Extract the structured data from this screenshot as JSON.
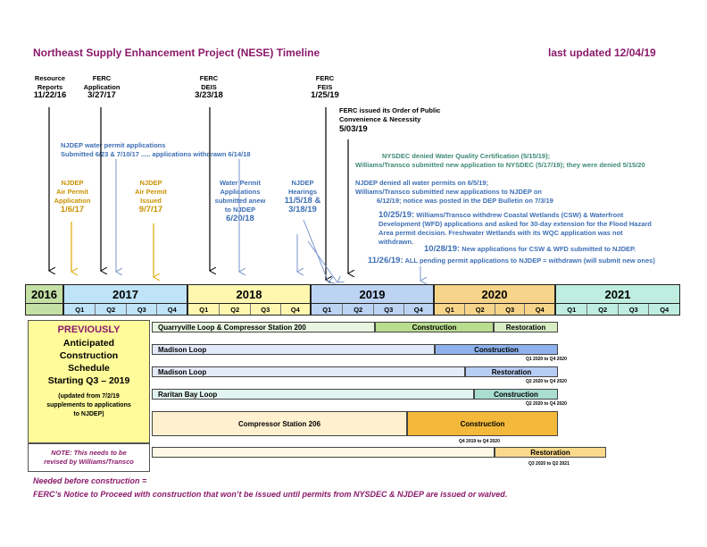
{
  "header": {
    "title": "Northeast Supply Enhancement Project (NESE) Timeline",
    "last_updated": "last updated 12/04/19"
  },
  "milestones": [
    {
      "label1": "Resource",
      "label2": "Reports",
      "date": "11/22/16"
    },
    {
      "label1": "FERC",
      "label2": "Application",
      "date": "3/27/17"
    },
    {
      "label1": "FERC",
      "label2": "DEIS",
      "date": "3/23/18"
    },
    {
      "label1": "FERC",
      "label2": "FEIS",
      "date": "1/25/19"
    },
    {
      "label1": "FERC issued its Order of Public",
      "label2": "Convenience & Necessity",
      "date": "5/03/19"
    }
  ],
  "notes": {
    "njdep_water_1": "NJDEP water permit applications",
    "njdep_water_2": "Submitted 6/23 & 7/10/17  .....  applications withdrawn 6/14/18",
    "air_app_1": "NJDEP",
    "air_app_2": "Air Permit",
    "air_app_3": "Application",
    "air_app_date": "1/6/17",
    "air_iss_1": "NJDEP",
    "air_iss_2": "Air Permit",
    "air_iss_3": "Issued",
    "air_iss_date": "9/7/17",
    "water_anew_1": "Water Permit",
    "water_anew_2": "Applications",
    "water_anew_3": "submitted anew",
    "water_anew_4": "to NJDEP",
    "water_anew_date": "6/20/18",
    "hearings_1": "NJDEP",
    "hearings_2": "Hearings",
    "hearings_3": "11/5/18 &",
    "hearings_4": "3/18/19",
    "nysdec_1": "NYSDEC denied Water Quality Certification (5/15/19);",
    "nysdec_2": "Williams/Transco submitted new application to NYSDEC (5/17/19); they were denied 5/15/20",
    "njdep_deny_1": "NJDEP denied all water permits on 6/5/19;",
    "njdep_deny_2": "Williams/Transco submitted new applications to NJDEP on",
    "njdep_deny_3": "6/12/19; notice was posted in the DEP Bulletin on 7/3/19",
    "withdrew_date": "10/25/19:",
    "withdrew_1": "Williams/Transco withdrew Coastal Wetlands (CSW) & Waterfront",
    "withdrew_2": "Development (WFD) applications and asked for 30-day extension for the Flood Hazard",
    "withdrew_3": "Area permit decision.  Freshwater Wetlands with its WQC application was not",
    "withdrew_4": "withdrawn.",
    "new_app_date": "10/28/19:",
    "new_app": "New applications for CSW & WFD submitted to NJDEP.",
    "pending_date": "11/26/19:",
    "pending": "ALL pending permit applications to NJDEP = withdrawn (will submit new ones)"
  },
  "timeline": {
    "years": [
      "2016",
      "2017",
      "2018",
      "2019",
      "2020",
      "2021"
    ],
    "quarters": [
      "Q1",
      "Q2",
      "Q3",
      "Q4"
    ]
  },
  "left_panel": {
    "previously": "PREVIOUSLY",
    "line1": "Anticipated",
    "line2": "Construction",
    "line3": "Schedule",
    "line4": "Starting Q3 – 2019",
    "sub1": "(updated from 7/2/19",
    "sub2": "supplements to applications",
    "sub3": "to NJDEP)",
    "note1": "NOTE:  This needs to be",
    "note2": "revised by Williams/Transco"
  },
  "schedule": {
    "quarryville": {
      "name": "Quarryville Loop & Compressor Station 200",
      "construction": "Construction",
      "restoration": "Restoration"
    },
    "madison1": {
      "name": "Madison Loop",
      "phase": "Construction",
      "range": "Q1 2020 to Q4 2020"
    },
    "madison2": {
      "name": "Madison Loop",
      "phase": "Restoration",
      "range": "Q2 2020 to Q4 2020"
    },
    "raritan": {
      "name": "Raritan Bay Loop",
      "phase": "Construction",
      "range": "Q2 2020 to Q4 2020"
    },
    "cs206": {
      "name": "Compressor Station 206",
      "phase": "Construction",
      "range": "Q4 2019 to Q4 2020"
    },
    "restoration": {
      "phase": "Restoration",
      "range": "Q3 2020 to Q2 2021"
    }
  },
  "footer": {
    "line1": "Needed before construction =",
    "line2": "FERC’s Notice to Proceed with construction that won’t be issued until permits from NYSDEC & NJDEP are issued or waived."
  },
  "colors": {
    "title": "#8b1a6b",
    "y2016": "#c5e0a5",
    "y2017": "#bfe3f7",
    "y2018": "#fff7b0",
    "y2019": "#bcd3f2",
    "y2020": "#f6d58a",
    "y2021": "#bfeee0"
  }
}
